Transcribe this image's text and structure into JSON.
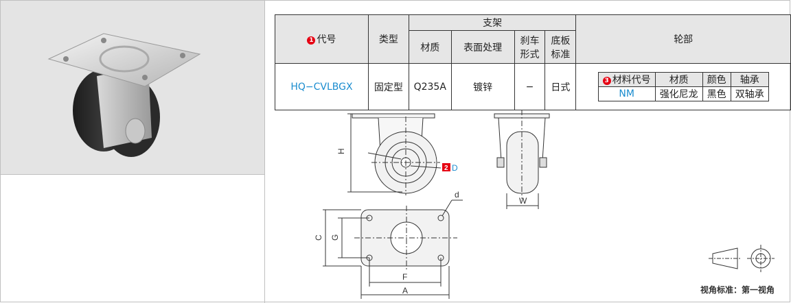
{
  "table": {
    "col_code": "代号",
    "col_type": "类型",
    "group_bracket": "支架",
    "group_wheel": "轮部",
    "col_material": "材质",
    "col_surface": "表面处理",
    "col_brake_l1": "刹车",
    "col_brake_l2": "形式",
    "col_base_l1": "底板",
    "col_base_l2": "标准",
    "row": {
      "code": "HQ−CVLBGX",
      "type": "固定型",
      "material": "Q235A",
      "surface": "镀锌",
      "brake": "−",
      "base": "日式"
    },
    "wheel": {
      "headers": [
        "材料代号",
        "材质",
        "颜色",
        "轴承"
      ],
      "values": [
        "NM",
        "强化尼龙",
        "黑色",
        "双轴承"
      ]
    },
    "markers": {
      "code": "1",
      "material_code": "3"
    }
  },
  "drawing": {
    "label_H": "H",
    "label_D": "D",
    "label_D_marker": "2",
    "label_W": "W",
    "label_C": "C",
    "label_G": "G",
    "label_d": "d",
    "label_F": "F",
    "label_A": "A"
  },
  "view_standard": "视角标准：第一视角",
  "colors": {
    "code_blue": "#1a8ccf",
    "marker_red": "#e60012",
    "header_gray": "#e6e6e6",
    "photo_bg": "#e4e4e4"
  }
}
